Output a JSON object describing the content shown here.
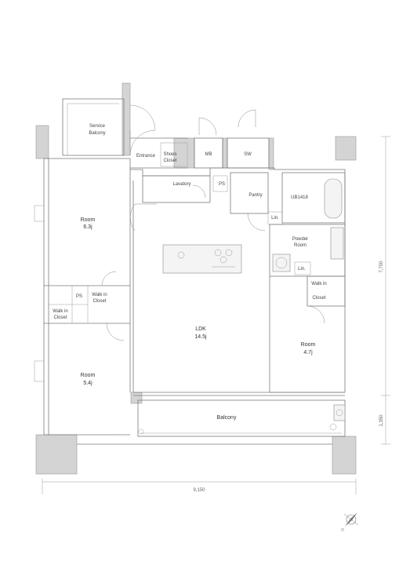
{
  "rooms": {
    "service_balcony": [
      "Service",
      "Balcony"
    ],
    "entrance": "Entrance",
    "shoes_closet": [
      "Shoes",
      "Closet"
    ],
    "mb": "MB",
    "sw": "SW",
    "lavatory": "Lavatory",
    "ps_top": "PS",
    "pantry": "Pantry",
    "ub": "UB1418",
    "lin_top": "Lin.",
    "room_63": [
      "Room",
      "6.3j"
    ],
    "powder_room": [
      "Powder",
      "Room"
    ],
    "lin_mid": "Lin.",
    "ps_left": "PS",
    "walk_in_closet_1": [
      "Walk in",
      "Closet"
    ],
    "walk_in_closet_2": [
      "Walk in",
      "Closet"
    ],
    "walk_in_closet_3": [
      "Walk in",
      "Closet"
    ],
    "ldk": [
      "LDK",
      "14.5j"
    ],
    "room_47": [
      "Room",
      "4.7j"
    ],
    "room_54": [
      "Room",
      "5.4j"
    ],
    "balcony": "Balcony"
  },
  "dimensions": {
    "width_total": "9,150",
    "depth_main": "7,700",
    "depth_balcony": "1,350"
  },
  "colors": {
    "wall": "#d4d4d4",
    "line": "#7a7a7a"
  }
}
